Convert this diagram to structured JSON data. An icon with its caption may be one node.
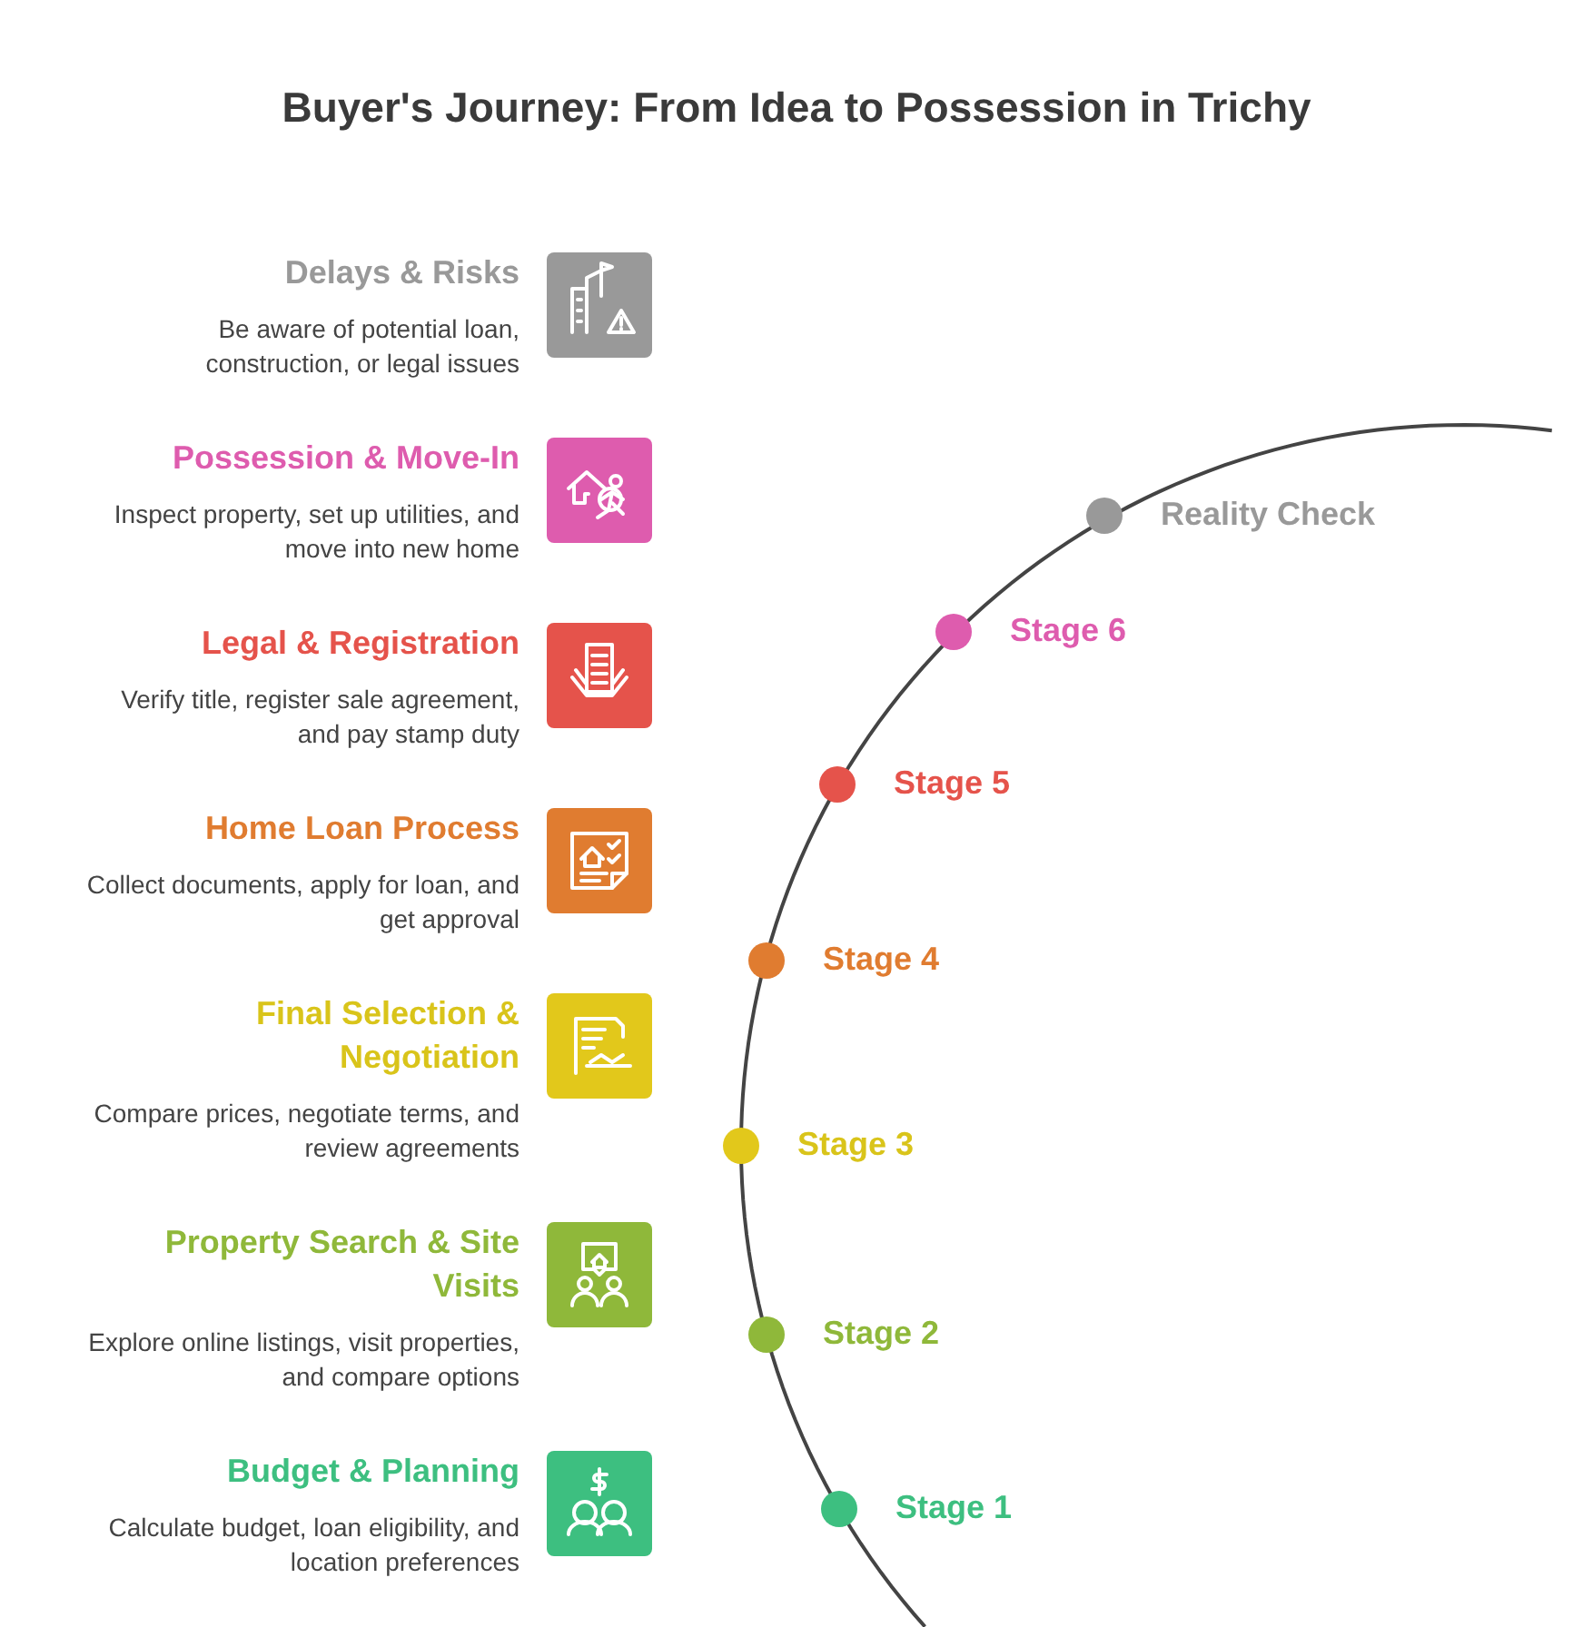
{
  "diagram": {
    "title": "Buyer's Journey: From Idea to Possession in Trichy",
    "nodes": [
      {
        "text": [],
        "shape": "circle",
        "beside": [
          "Reality Check"
        ]
      },
      {
        "text": [],
        "shape": "circle",
        "beside": [
          "Stage 6"
        ]
      },
      {
        "text": [],
        "shape": "circle",
        "beside": [
          "Stage 5"
        ]
      },
      {
        "text": [],
        "shape": "circle",
        "beside": [
          "Stage 4"
        ]
      },
      {
        "text": [],
        "shape": "circle",
        "beside": [
          "Stage 3"
        ]
      },
      {
        "text": [],
        "shape": "circle",
        "beside": [
          "Stage 2"
        ]
      },
      {
        "text": [],
        "shape": "circle",
        "beside": [
          "Stage 1"
        ]
      }
    ],
    "labels": [
      "Delays & Risks",
      "Be aware of potential loan, construction, or legal issues",
      "Possession & Move-In",
      "Inspect property, set up utilities, and move into new home",
      "Legal & Registration",
      "Verify title, register sale agreement, and pay stamp duty",
      "Home Loan Process",
      "Collect documents, apply for loan, and get approval",
      "Final Selection & Negotiation",
      "Compare prices, negotiate terms, and review agreements",
      "Property Search & Site Visits",
      "Explore online listings, visit properties, and compare options",
      "Budget & Planning",
      "Calculate budget, loan eligibility, and location preferences"
    ]
  }
}
